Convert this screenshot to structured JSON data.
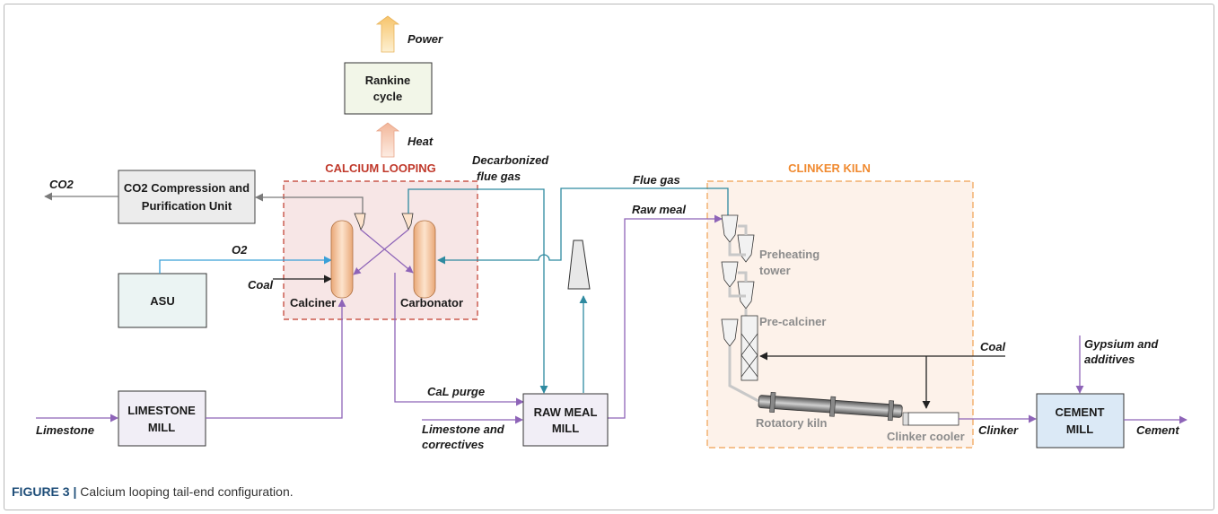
{
  "outputs": {
    "power": "Power",
    "heat": "Heat"
  },
  "rankine": {
    "line1": "Rankine",
    "line2": "cycle"
  },
  "calcium_looping": {
    "title": "CALCIUM LOOPING",
    "calciner": "Calciner",
    "carbonator": "Carbonator"
  },
  "co2_unit": {
    "line1": "CO2 Compression and",
    "line2": "Purification Unit"
  },
  "asu": "ASU",
  "limestone_mill": {
    "line1": "LIMESTONE",
    "line2": "MILL"
  },
  "raw_meal_mill": {
    "line1": "RAW MEAL",
    "line2": "MILL"
  },
  "cement_mill": {
    "line1": "CEMENT",
    "line2": "MILL"
  },
  "clinker_kiln": {
    "title": "CLINKER KILN",
    "preheating_1": "Preheating",
    "preheating_2": "tower",
    "precalciner": "Pre-calciner",
    "rotatory_kiln": "Rotatory kiln",
    "clinker_cooler": "Clinker cooler"
  },
  "streams": {
    "co2": "CO2",
    "o2": "O2",
    "coal_left": "Coal",
    "decarb_1": "Decarbonized",
    "decarb_2": "flue gas",
    "flue_gas": "Flue gas",
    "raw_meal": "Raw meal",
    "cal_purge": "CaL purge",
    "limestone": "Limestone",
    "limestone_corr_1": "Limestone and",
    "limestone_corr_2": "correctives",
    "coal_right": "Coal",
    "gypsum_1": "Gypsium and",
    "gypsum_2": "additives",
    "clinker": "Clinker",
    "cement": "Cement"
  },
  "caption": {
    "label": "FIGURE 3 |",
    "text": " Calcium looping tail-end configuration."
  },
  "colors": {
    "purple": "#8e64b8",
    "teal": "#2e8aa0",
    "blue": "#3aa0d8",
    "grey": "#7a7a7a",
    "dark": "#222222",
    "cal_bg": "#f7e6e6",
    "cal_border": "#c0392b",
    "kiln_bg": "#fdf2ea",
    "kiln_border": "#f0a050",
    "vessel": "#f5c8a2"
  }
}
